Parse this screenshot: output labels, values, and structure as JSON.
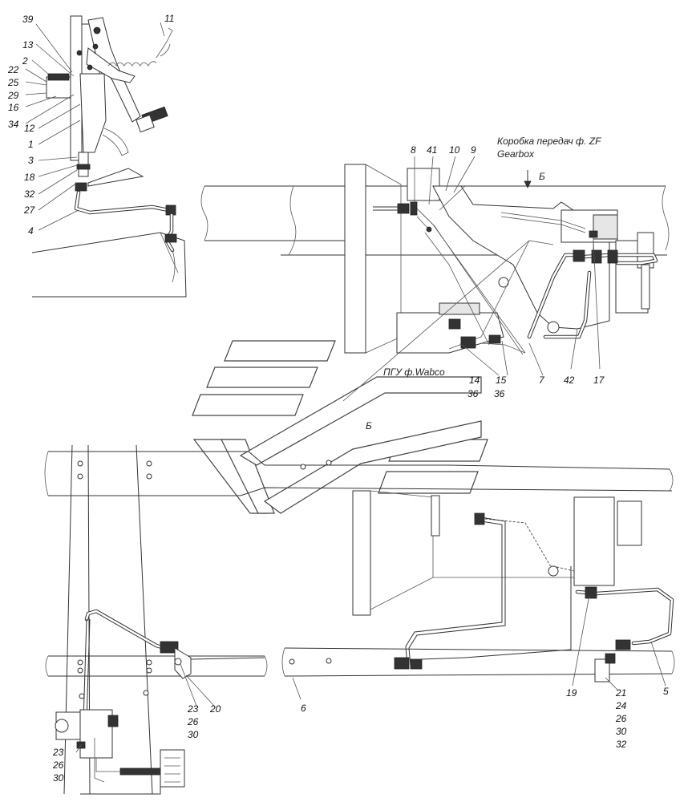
{
  "captions": {
    "gearbox_ru": "Коробка передач ф. ZF",
    "gearbox_en": "Gearbox",
    "view_arrow": "Б",
    "view_label": "Б",
    "pgu": "ПГУ ф.Wabco"
  },
  "callouts": {
    "c39": "39",
    "c13": "13",
    "c2": "2",
    "c22": "22",
    "c25": "25",
    "c29": "29",
    "c16": "16",
    "c34": "34",
    "c12": "12",
    "c1": "1",
    "c3": "3",
    "c18": "18",
    "c32a": "32",
    "c27": "27",
    "c4": "4",
    "c11": "11",
    "c8": "8",
    "c41": "41",
    "c10": "10",
    "c9": "9",
    "c14": "14",
    "c15": "15",
    "c36a": "36",
    "c36b": "36",
    "c7": "7",
    "c42": "42",
    "c17": "17",
    "c19": "19",
    "c5": "5",
    "c6": "6",
    "c23a": "23",
    "c26a": "26",
    "c30a": "30",
    "c20": "20",
    "c23b": "23",
    "c26b": "26",
    "c30b": "30",
    "c21": "21",
    "c24": "24",
    "c26c": "26",
    "c30c": "30",
    "c32b": "32"
  }
}
